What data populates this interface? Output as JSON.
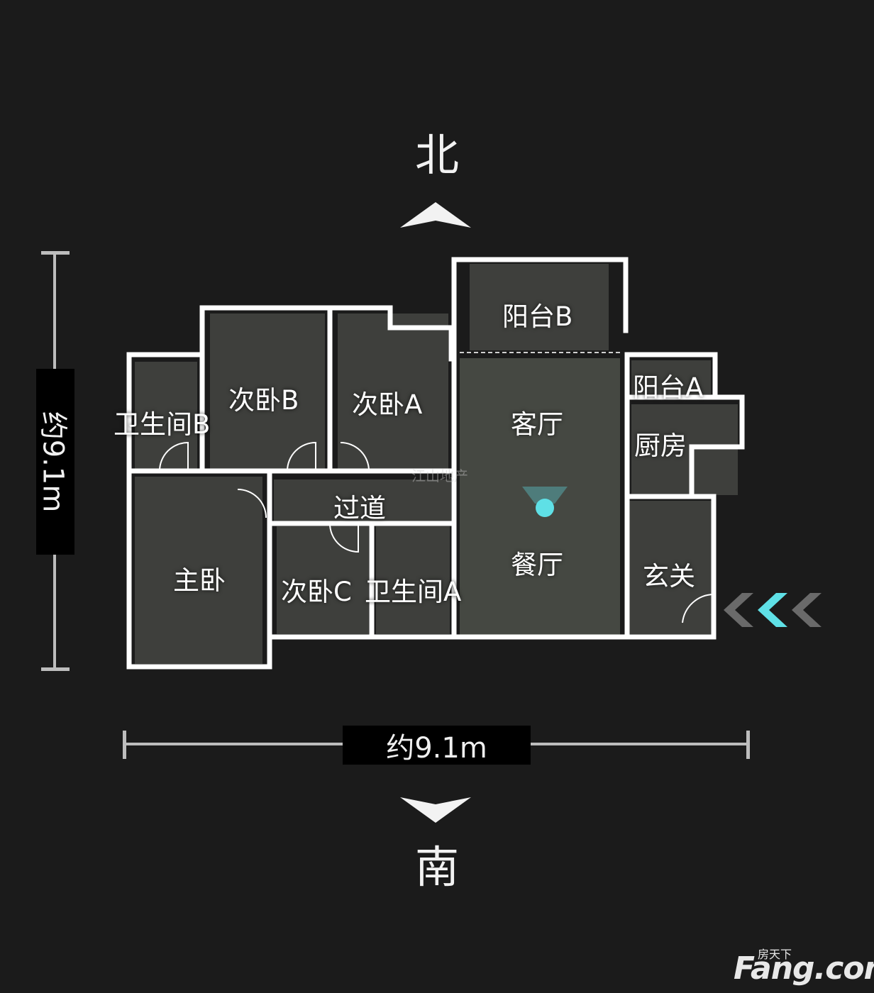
{
  "compass": {
    "north": "北",
    "south": "南"
  },
  "dimensions": {
    "vertical": "约9.1m",
    "horizontal": "约9.1m"
  },
  "rooms": {
    "balcony_b": "阳台B",
    "bedroom_b": "次卧B",
    "bedroom_a": "次卧A",
    "bathroom_b": "卫生间B",
    "living_room": "客厅",
    "balcony_a": "阳台A",
    "kitchen": "厨房",
    "corridor": "过道",
    "master_bedroom": "主卧",
    "bedroom_c": "次卧C",
    "bathroom_a": "卫生间A",
    "dining_room": "餐厅",
    "entrance_hall": "玄关"
  },
  "watermark": {
    "brand_cn": "房天下",
    "brand_en": "Fang.com",
    "faint": "江山地产"
  },
  "colors": {
    "background": "#1b1b1b",
    "wall": "#ffffff",
    "accent": "#5fe0e6",
    "room_fill": "#3e3f3c"
  }
}
